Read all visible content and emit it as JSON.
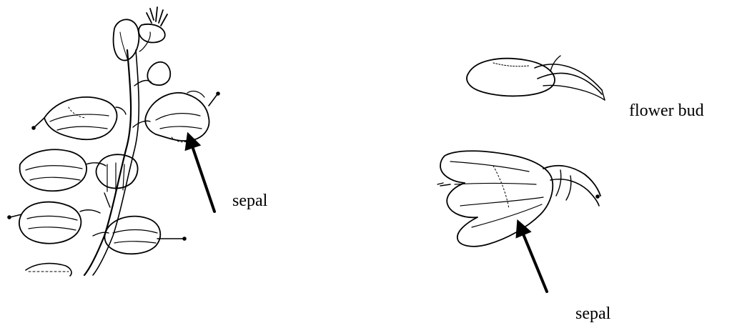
{
  "labels": {
    "sepal_left": "sepal",
    "flower_bud": "flower bud",
    "sepal_right": "sepal"
  },
  "colors": {
    "ink": "#000000",
    "background": "#ffffff"
  }
}
